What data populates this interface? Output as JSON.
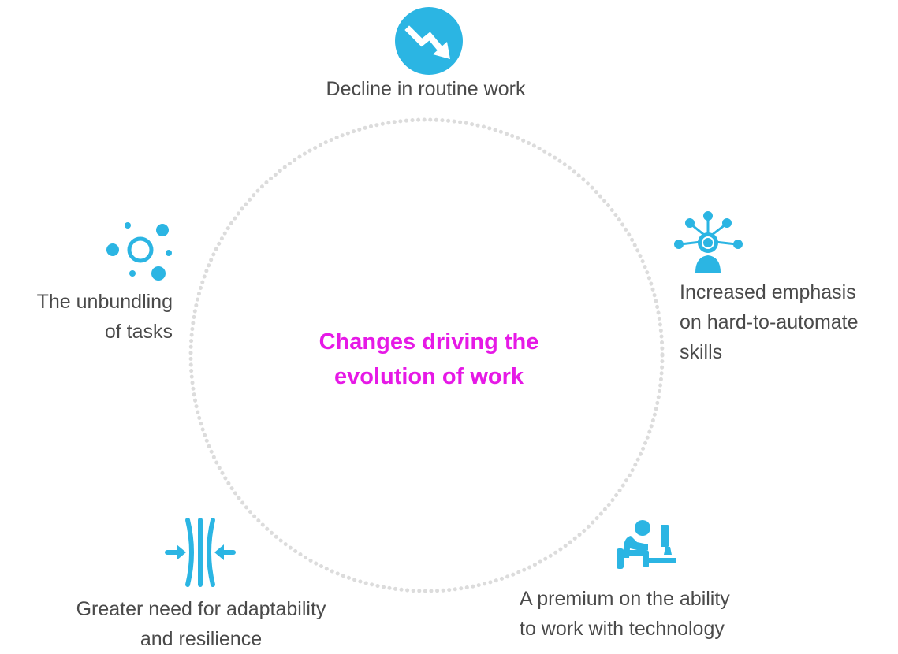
{
  "center": {
    "line1": "Changes driving the",
    "line2": "evolution of work",
    "color": "#e619e6"
  },
  "theme": {
    "icon_color": "#2bb5e3",
    "ring_color": "#dcdcdc",
    "text_color": "#4a4a4a"
  },
  "nodes": {
    "top": {
      "icon": "decline-arrow-icon",
      "line1": "Decline in routine work"
    },
    "right": {
      "icon": "person-network-icon",
      "line1": "Increased emphasis",
      "line2": "on hard-to-automate",
      "line3": "skills"
    },
    "bottom_right": {
      "icon": "person-at-computer-icon",
      "line1": "A premium on the ability",
      "line2": "to work with technology"
    },
    "bottom_left": {
      "icon": "compress-arrows-icon",
      "line1": "Greater need for adaptability",
      "line2": "and resilience"
    },
    "left": {
      "icon": "scattered-dots-icon",
      "line1": "The unbundling",
      "line2": "of tasks"
    }
  }
}
